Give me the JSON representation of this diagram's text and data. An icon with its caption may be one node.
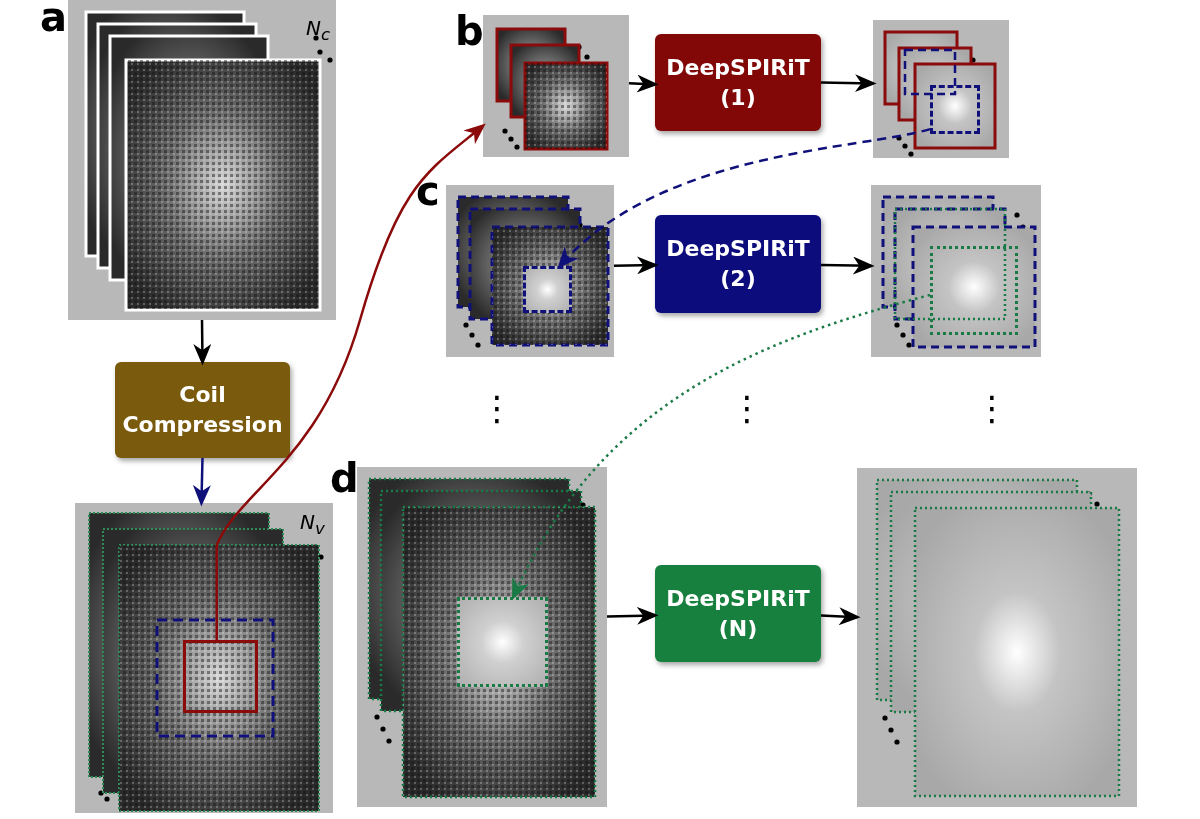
{
  "diagram": {
    "nodes": [
      {
        "text": [],
        "shape": "picture"
      },
      {
        "text": [
          "Coil Compression"
        ]
      },
      {
        "text": [],
        "shape": "picture"
      },
      {
        "text": [],
        "shape": "box",
        "in": 2
      },
      {
        "text": [],
        "shape": "picture"
      },
      {
        "text": [
          "DeepSPIRiT (1)"
        ]
      },
      {
        "text": [],
        "shape": "picture"
      },
      {
        "text": [],
        "shape": "box",
        "in": 6
      },
      {
        "text": [],
        "shape": "picture"
      },
      {
        "text": [],
        "shape": "box",
        "in": 8
      },
      {
        "text": [
          "DeepSPIRiT (2)"
        ]
      },
      {
        "text": [],
        "shape": "picture"
      },
      {
        "text": [],
        "shape": "box",
        "in": 11
      },
      {
        "text": [],
        "shape": "picture"
      },
      {
        "text": [],
        "shape": "box",
        "in": 13
      },
      {
        "text": [
          "DeepSPIRiT (N)"
        ]
      },
      {
        "text": [],
        "shape": "picture"
      }
    ],
    "edges": [
      {
        "from": 0,
        "to": 1,
        "arrow": "to"
      },
      {
        "from": 1,
        "to": 2,
        "arrow": "to",
        "color": "#10107a"
      },
      {
        "from": 3,
        "to": 4,
        "arrow": "to",
        "color": "#8b0a0a"
      },
      {
        "from": 4,
        "to": 5,
        "arrow": "to"
      },
      {
        "from": 5,
        "to": 6,
        "arrow": "to"
      },
      {
        "from": 7,
        "to": 9,
        "arrow": "to",
        "style": "dashed",
        "color": "#10107a"
      },
      {
        "from": 8,
        "to": 10,
        "arrow": "to"
      },
      {
        "from": 10,
        "to": 11,
        "arrow": "to"
      },
      {
        "from": 12,
        "to": 14,
        "arrow": "to",
        "style": "dashed",
        "color": "#1a7a45"
      },
      {
        "from": 13,
        "to": 15,
        "arrow": "to"
      },
      {
        "from": 15,
        "to": 16,
        "arrow": "to"
      }
    ],
    "labels": [
      "a",
      "N$_{c}$",
      "b",
      "c",
      "⋮",
      "⋮",
      "⋮",
      "d",
      "N$_{v}$"
    ]
  }
}
